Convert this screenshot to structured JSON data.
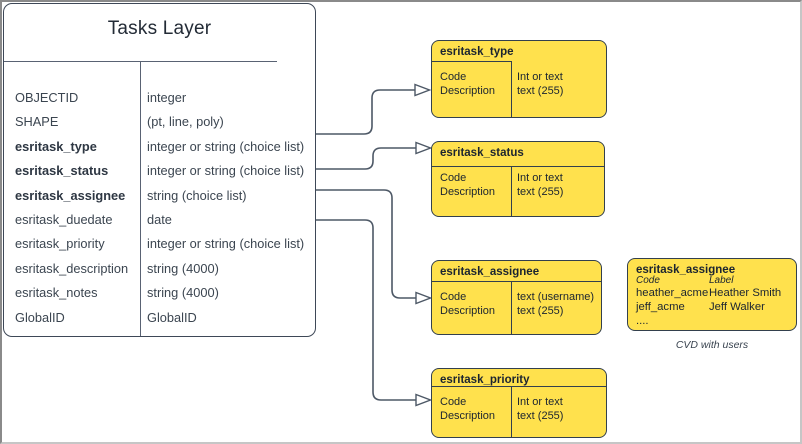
{
  "table": {
    "title": "Tasks Layer",
    "rows": [
      {
        "name": "OBJECTID",
        "type": "integer"
      },
      {
        "name": "SHAPE",
        "type": "(pt, line, poly)"
      },
      {
        "name": "esritask_type",
        "type": "integer or string (choice list)"
      },
      {
        "name": "esritask_status",
        "type": "integer or string (choice list)"
      },
      {
        "name": "esritask_assignee",
        "type": "string (choice list)"
      },
      {
        "name": "esritask_duedate",
        "type": "date"
      },
      {
        "name": "esritask_priority",
        "type": "integer or string (choice list)"
      },
      {
        "name": "esritask_description",
        "type": "string (4000)"
      },
      {
        "name": "esritask_notes",
        "type": "string (4000)"
      },
      {
        "name": "GlobalID",
        "type": "GlobalID"
      }
    ]
  },
  "domains": [
    {
      "title": "esritask_type",
      "field1": "Code",
      "field2": "Description",
      "type1": "Int or text",
      "type2": "text (255)"
    },
    {
      "title": "esritask_status",
      "field1": "Code",
      "field2": "Description",
      "type1": "Int or text",
      "type2": "text (255)"
    },
    {
      "title": "esritask_assignee",
      "field1": "Code",
      "field2": "Description",
      "type1": "text (username)",
      "type2": "text (255)"
    },
    {
      "title": "esritask_priority",
      "field1": "Code",
      "field2": "Description",
      "type1": "Int or text",
      "type2": "text (255)"
    }
  ],
  "cvd": {
    "title": "esritask_assignee",
    "code_header": "Code",
    "label_header": "Label",
    "rows": [
      {
        "code": "heather_acme",
        "label": "Heather Smith"
      },
      {
        "code": "jeff_acme",
        "label": "Jeff Walker"
      },
      {
        "code": "....",
        "label": ""
      }
    ],
    "caption": "CVD with users"
  },
  "colors": {
    "box_fill": "#FFE14D",
    "box_border": "#33404D",
    "connector": "#4D5866",
    "table_border": "#3E4857",
    "text": "#3A4450"
  }
}
